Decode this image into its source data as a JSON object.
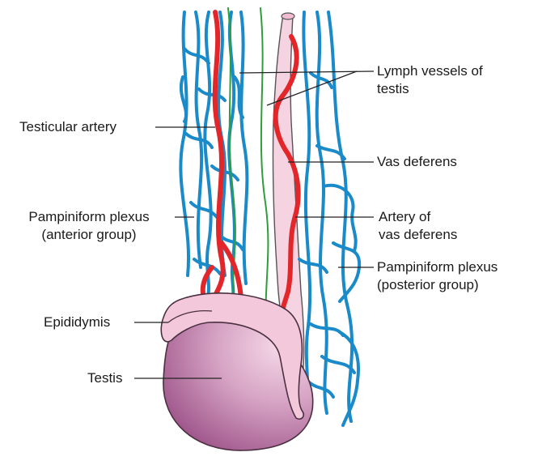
{
  "labels": {
    "lymph_vessels": [
      "Lymph vessels of",
      "testis"
    ],
    "testicular_artery": "Testicular artery",
    "vas_deferens": "Vas deferens",
    "pampiniform_anterior": [
      "Pampiniform plexus",
      "(anterior group)"
    ],
    "artery_of_vas": [
      "Artery of",
      "vas deferens"
    ],
    "pampiniform_posterior": [
      "Pampiniform plexus",
      "(posterior group)"
    ],
    "epididymis": "Epididymis",
    "testis": "Testis"
  },
  "colors": {
    "vein": "#1a8ac9",
    "artery": "#e3262a",
    "lymph": "#2e9e3c",
    "vas_fill": "#f5d3e1",
    "epididymis_fill": "#f4c8db",
    "testis_light": "#f1cfe0",
    "testis_dark": "#9a4f86",
    "outline": "#333333",
    "leader": "#222222"
  }
}
